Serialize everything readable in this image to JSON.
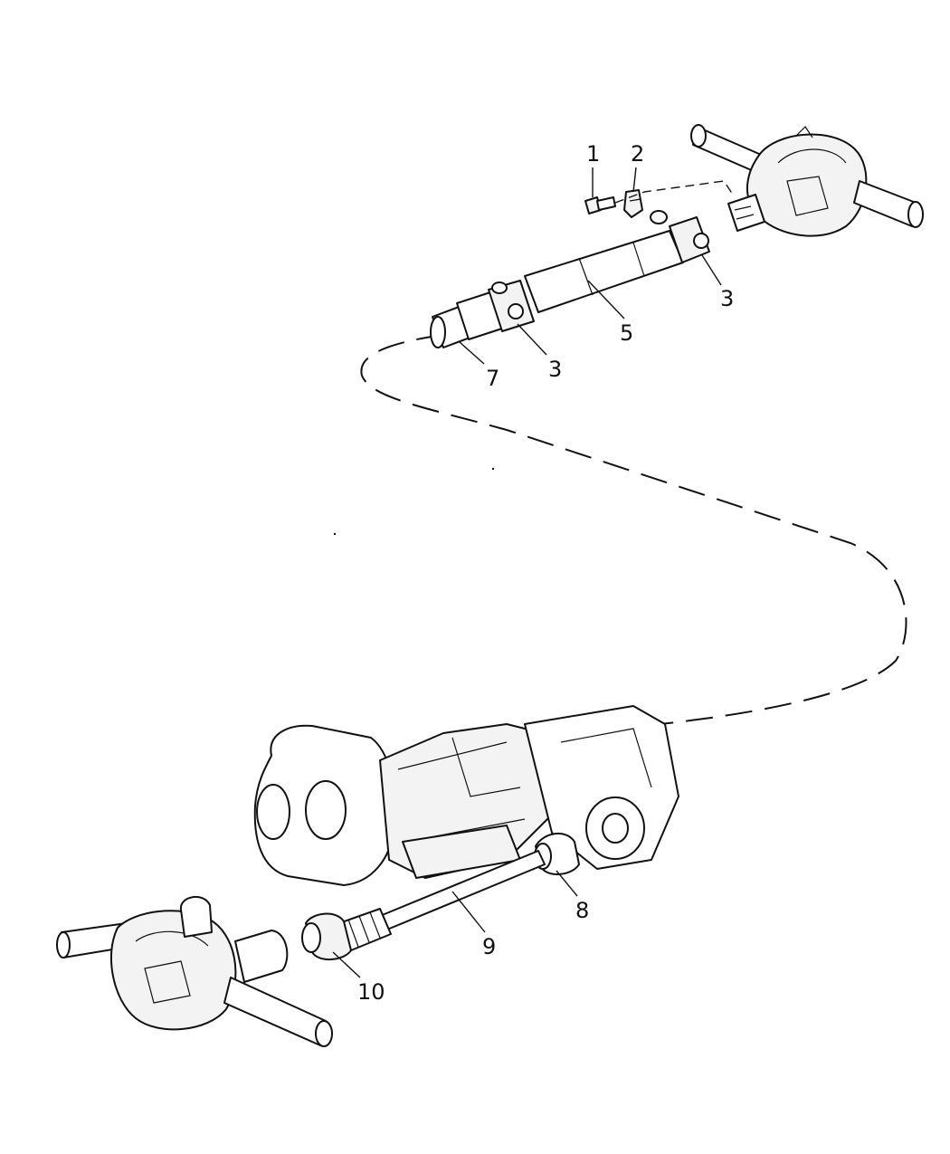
{
  "callouts": [
    {
      "id": "c1",
      "label": "1"
    },
    {
      "id": "c2",
      "label": "2"
    },
    {
      "id": "c3a",
      "label": "3"
    },
    {
      "id": "c3b",
      "label": "3"
    },
    {
      "id": "c5",
      "label": "5"
    },
    {
      "id": "c7",
      "label": "7"
    },
    {
      "id": "c8",
      "label": "8"
    },
    {
      "id": "c9",
      "label": "9"
    },
    {
      "id": "c10",
      "label": "10"
    }
  ]
}
